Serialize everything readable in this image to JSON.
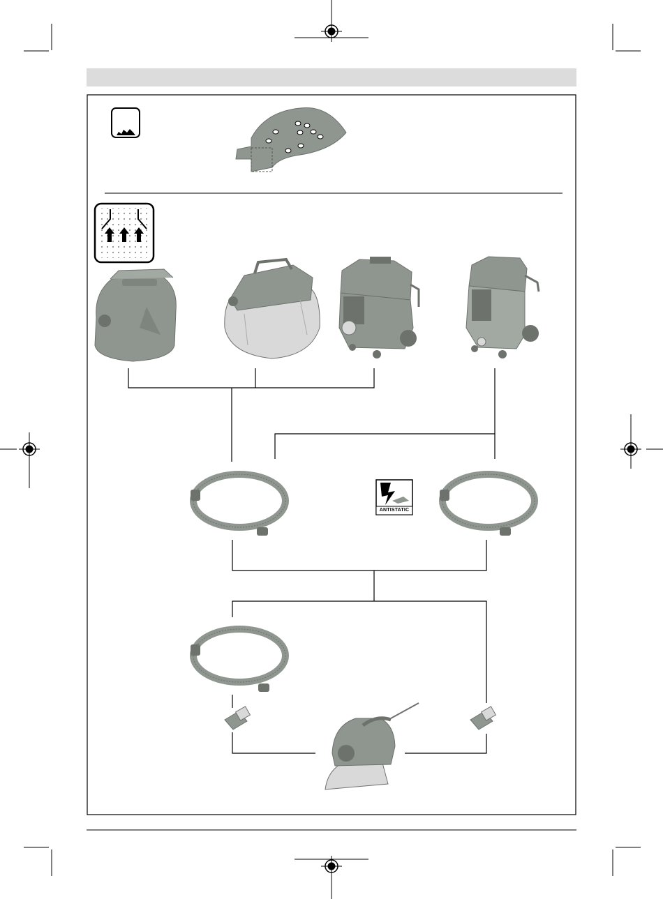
{
  "page": {
    "antistatic_badge": {
      "label": "ANTISTATIC",
      "icon": "antistatic-lightning-icon"
    },
    "header_bar_color": "#dcdcdc",
    "line_color": "#000000",
    "product_color_green": "#8f958f",
    "product_color_light": "#d9d9d9"
  },
  "figures": [
    {
      "name": "dust-container-icon"
    },
    {
      "name": "sanding-sheet-illustration"
    },
    {
      "name": "dust-extraction-icon"
    },
    {
      "name": "small-wet-dry-vacuum"
    },
    {
      "name": "compact-vacuum-cleaner"
    },
    {
      "name": "wet-dry-vacuum-cleaner-1"
    },
    {
      "name": "wet-dry-vacuum-cleaner-2"
    },
    {
      "name": "extraction-hose"
    },
    {
      "name": "antistatic-extraction-hose"
    },
    {
      "name": "extraction-hose-short"
    },
    {
      "name": "adapter-left"
    },
    {
      "name": "adapter-right"
    },
    {
      "name": "detail-sander"
    }
  ]
}
